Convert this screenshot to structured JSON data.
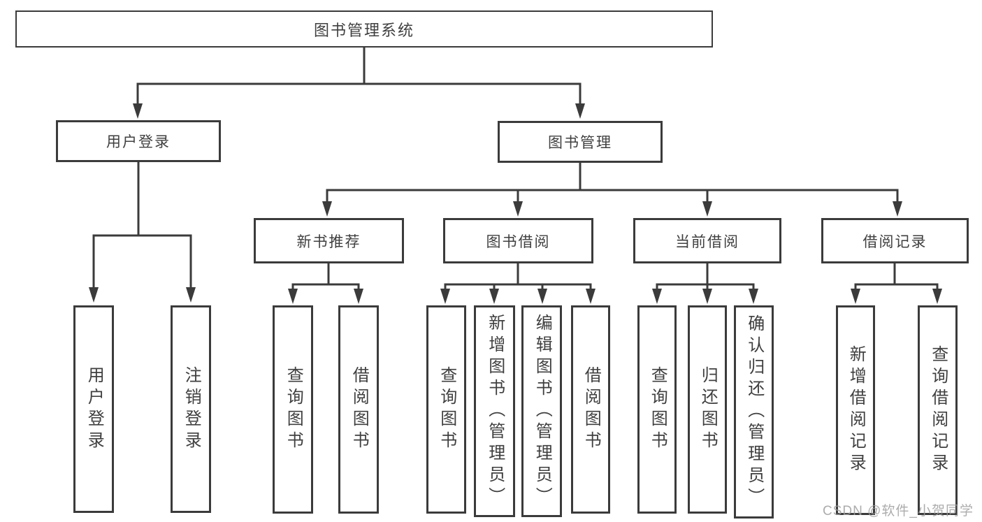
{
  "diagram": {
    "root": "图书管理系统",
    "level2": {
      "user_login": "用户登录",
      "book_management": "图书管理"
    },
    "user_login_children": [
      "用户登录",
      "注销登录"
    ],
    "modules": [
      "新书推荐",
      "图书借阅",
      "当前借阅",
      "借阅记录"
    ],
    "new_book_children": [
      "查询图书",
      "借阅图书"
    ],
    "borrow_children": [
      "查询图书",
      "新增图书（管理员）",
      "编辑图书（管理员）",
      "借阅图书"
    ],
    "current_children": [
      "查询图书",
      "归还图书",
      "确认归还（管理员）"
    ],
    "record_children": [
      "新增借阅记录",
      "查询借阅记录"
    ]
  },
  "watermark": "CSDN @软件_小贺同学",
  "colors": {
    "line": "#3b3b3b",
    "text": "#3f3f3f",
    "watermark": "#9e9e9e",
    "background": "#ffffff"
  }
}
